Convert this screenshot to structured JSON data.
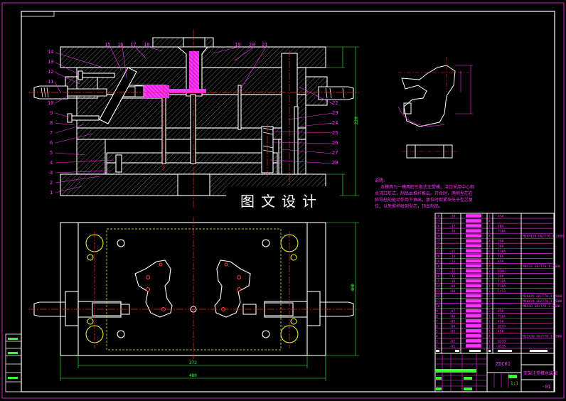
{
  "drawing": {
    "background": "#000000",
    "line_color": "#ffffff",
    "accent_color": "#ff33ff",
    "centerline_color": "#ff2222",
    "dimension_color": "#33ff33",
    "hidden_color": "#ffff33"
  },
  "section_view": {
    "left_labels": [
      "14",
      "13",
      "12",
      "11",
      "10",
      "9",
      "8",
      "7",
      "6",
      "5",
      "4",
      "3",
      "2",
      "1"
    ],
    "top_labels_left": [
      "15",
      "16",
      "17",
      "18"
    ],
    "top_labels_right": [
      "19",
      "20",
      "21"
    ],
    "right_labels": [
      "22",
      "23",
      "24",
      "25",
      "26",
      "27",
      "28"
    ],
    "height_dimension": "220"
  },
  "plan_view": {
    "inner_width_dimension": "372",
    "outer_width_dimension": "480",
    "height_dimension": "400"
  },
  "watermark": "图文设计",
  "notes": {
    "title": "说明:",
    "lines": [
      "本模具为一模两腔三板式注塑模。浇口采用中心侧",
      "点浇口形式，制品由推杆推出。开合时，两侧型芯在",
      "斜导柱的驱动作用下抽出，复位时楔紧块先于型芯复",
      "位，以免推杆碰到型芯，顶出制品。"
    ]
  },
  "bom": {
    "rows": [
      [
        "28",
        "-18",
        "1",
        "45#",
        ""
      ],
      [
        "27",
        "",
        "4",
        "",
        ""
      ],
      [
        "26",
        "-17",
        "1",
        "T8A",
        ""
      ],
      [
        "25",
        "-16",
        "1",
        "T10A",
        ""
      ],
      [
        "24",
        "",
        "4",
        "",
        "M10X120 GB/T70.1-2000"
      ],
      [
        "23",
        "",
        "4",
        "20#",
        ""
      ],
      [
        "22",
        "",
        "4",
        "20#",
        ""
      ],
      [
        "21",
        "-15",
        "8",
        "T10A",
        ""
      ],
      [
        "20",
        "-14",
        "1",
        "T8A",
        ""
      ],
      [
        "19",
        "-13",
        "1",
        "45#",
        ""
      ],
      [
        "18",
        "",
        "4",
        "",
        "M8X20 GB/T70.1-2000"
      ],
      [
        "17",
        "-12",
        "1",
        "65Mn",
        ""
      ],
      [
        "16",
        "-11",
        "1",
        "20#",
        ""
      ],
      [
        "15",
        "-10",
        "2",
        "T10A",
        ""
      ],
      [
        "14",
        "-09",
        "1",
        "T10A",
        ""
      ],
      [
        "13",
        "-08",
        "1",
        "Cr12",
        ""
      ],
      [
        "12",
        "",
        "2",
        "",
        "M10X45 GB/T70.1-2000"
      ],
      [
        "11",
        "",
        "2",
        "",
        "M10X20 GB/T70.1-2000"
      ],
      [
        "10",
        "",
        "2",
        "",
        "M8X40 GB/T70.1-2000"
      ],
      [
        "9",
        "-07",
        "2",
        "45#",
        ""
      ],
      [
        "8",
        "-06",
        "1",
        "T10A",
        ""
      ],
      [
        "7",
        "-05",
        "1",
        "45#",
        ""
      ],
      [
        "6",
        "-04",
        "1",
        "Q235",
        ""
      ],
      [
        "5",
        "-03",
        "1",
        "45#",
        ""
      ],
      [
        "4",
        "",
        "4",
        "",
        "M12X30 GB/T70.1-2000"
      ],
      [
        "3",
        "-02",
        "1",
        "Q235",
        ""
      ],
      [
        "2",
        "-01",
        "1",
        "Q235",
        ""
      ]
    ]
  },
  "title_block": {
    "drawing_code": "ZDC01",
    "drawing_title": "支架注塑模总装图",
    "sheet_number": "-01",
    "scale": "1:1"
  }
}
